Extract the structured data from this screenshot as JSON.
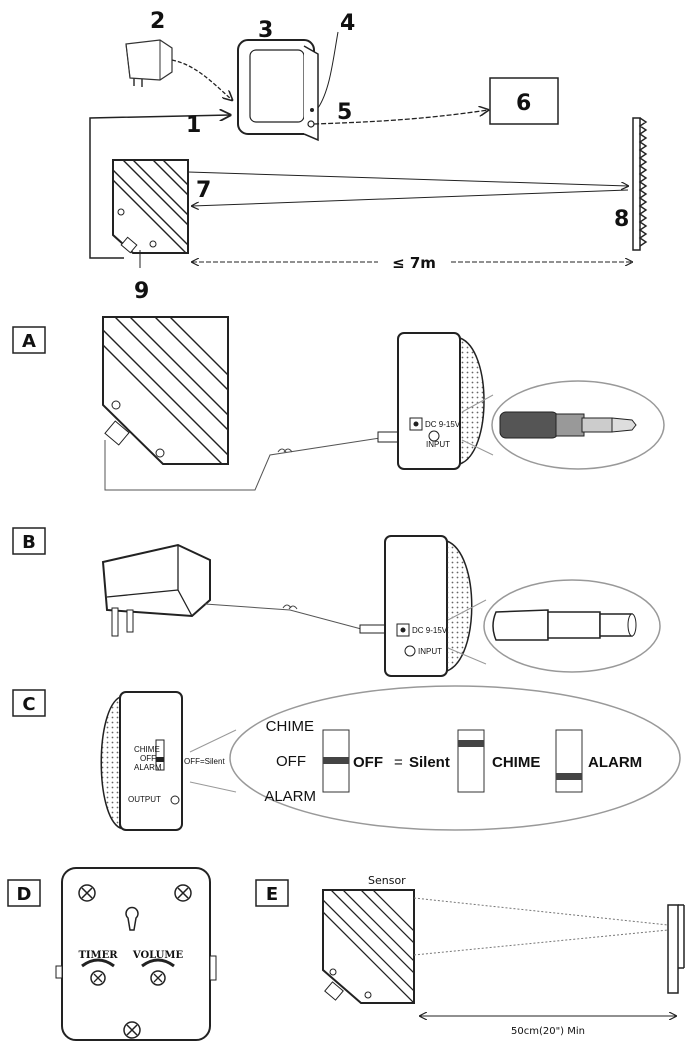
{
  "overview": {
    "callouts": [
      "1",
      "2",
      "3",
      "4",
      "5",
      "6",
      "7",
      "8",
      "9"
    ],
    "distance_label": "≤ 7m"
  },
  "panels": {
    "a": {
      "letter": "A",
      "jack_labels": {
        "dc": "DC 9-15V",
        "input": "INPUT"
      }
    },
    "b": {
      "letter": "B",
      "jack_labels": {
        "dc": "DC 9-15V",
        "input": "INPUT"
      }
    },
    "c": {
      "letter": "C",
      "side_labels": {
        "chime": "CHIME",
        "off": "OFF",
        "alarm": "ALARM",
        "off_silent": "OFF=Silent",
        "output": "OUTPUT"
      },
      "switch_positions": {
        "chime": "CHIME",
        "off": "OFF",
        "alarm": "ALARM"
      },
      "states": {
        "off": "OFF",
        "equals": "=",
        "silent": "Silent",
        "chime": "CHIME",
        "alarm": "ALARM"
      }
    },
    "d": {
      "letter": "D",
      "timer": "TIMER",
      "volume": "VOLUME"
    },
    "e": {
      "letter": "E",
      "sensor": "Sensor",
      "min_distance": "50cm(20\") Min"
    }
  }
}
